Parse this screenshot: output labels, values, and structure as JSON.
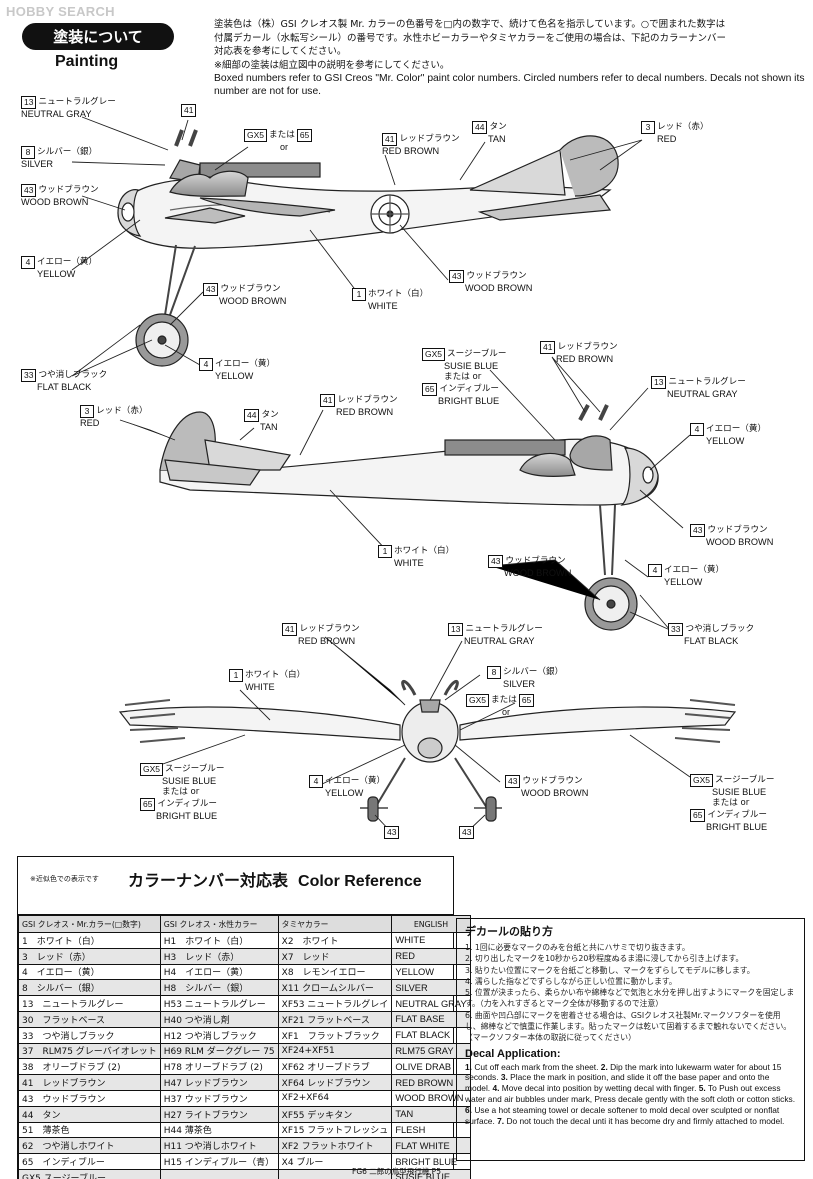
{
  "header": {
    "logo": "HOBBY SEARCH",
    "section_jp": "塗装について",
    "section_en": "Painting",
    "intro_jp": [
      "塗装色は（株）GSI クレオス製 Mr. カラーの色番号を□内の数字で、続けて色名を指示しています。○で囲まれた数字は",
      "付属デカール（水転写シール）の番号です。水性ホビーカラーやタミヤカラーをご使用の場合は、下記のカラーナンバー",
      "対応表を参考にしてください。",
      "※細部の塗装は組立図中の説明を参考にしてください。"
    ],
    "intro_en": "Boxed numbers refer to GSI Creos \"Mr. Color\" paint color numbers. Circled numbers refer to decal numbers. Decals not shown its number are not for use."
  },
  "callouts": [
    {
      "num": "13",
      "jp": "ニュートラルグレー",
      "en": "NEUTRAL GRAY"
    },
    {
      "num": "41"
    },
    {
      "num": "8",
      "jp": "シルバー（銀）",
      "en": "SILVER"
    },
    {
      "num": "GX5",
      "mid": "または",
      "num2": "65",
      "or": "or"
    },
    {
      "num": "41",
      "jp": "レッドブラウン",
      "en": "RED BROWN"
    },
    {
      "num": "44",
      "jp": "タン",
      "en": "TAN"
    },
    {
      "num": "3",
      "jp": "レッド（赤）",
      "en": "RED"
    },
    {
      "num": "43",
      "jp": "ウッドブラウン",
      "en": "WOOD BROWN"
    },
    {
      "num": "4",
      "jp": "イエロー（黄）",
      "en": "YELLOW"
    },
    {
      "num": "43",
      "jp": "ウッドブラウン",
      "en": "WOOD BROWN"
    },
    {
      "num": "1",
      "jp": "ホワイト（白）",
      "en": "WHITE"
    },
    {
      "num": "43",
      "jp": "ウッドブラウン",
      "en": "WOOD BROWN"
    },
    {
      "num": "33",
      "jp": "つや消しブラック",
      "en": "FLAT BLACK"
    },
    {
      "num": "4",
      "jp": "イエロー（黄）",
      "en": "YELLOW"
    },
    {
      "num": "GX5",
      "jp": "スージーブルー",
      "en": "SUSIE BLUE",
      "or": "または or",
      "num2": "65",
      "jp2": "インディブルー",
      "en2": "BRIGHT BLUE"
    },
    {
      "num": "41",
      "jp": "レッドブラウン",
      "en": "RED BROWN"
    },
    {
      "num": "13",
      "jp": "ニュートラルグレー",
      "en": "NEUTRAL GRAY"
    },
    {
      "num": "3",
      "jp": "レッド（赤）",
      "en": "RED"
    },
    {
      "num": "44",
      "jp": "タン",
      "en": "TAN"
    },
    {
      "num": "41",
      "jp": "レッドブラウン",
      "en": "RED BROWN"
    },
    {
      "num": "4",
      "jp": "イエロー（黄）",
      "en": "YELLOW"
    },
    {
      "num": "43",
      "jp": "ウッドブラウン",
      "en": "WOOD BROWN"
    },
    {
      "num": "1",
      "jp": "ホワイト（白）",
      "en": "WHITE"
    },
    {
      "num": "43",
      "jp": "ウッドブラウン",
      "en": "WOOD BROWN"
    },
    {
      "num": "4",
      "jp": "イエロー（黄）",
      "en": "YELLOW"
    },
    {
      "num": "33",
      "jp": "つや消しブラック",
      "en": "FLAT BLACK"
    },
    {
      "num": "41",
      "jp": "レッドブラウン",
      "en": "RED BROWN"
    },
    {
      "num": "13",
      "jp": "ニュートラルグレー",
      "en": "NEUTRAL GRAY"
    },
    {
      "num": "1",
      "jp": "ホワイト（白）",
      "en": "WHITE"
    },
    {
      "num": "8",
      "jp": "シルバー（銀）",
      "en": "SILVER"
    },
    {
      "num": "GX5",
      "mid": "または",
      "num2": "65",
      "or": "or"
    },
    {
      "num": "GX5",
      "jp": "スージーブルー",
      "en": "SUSIE BLUE",
      "or": "または or",
      "num2": "65",
      "jp2": "インディブルー",
      "en2": "BRIGHT BLUE"
    },
    {
      "num": "4",
      "jp": "イエロー（黄）",
      "en": "YELLOW"
    },
    {
      "num": "43",
      "jp": "ウッドブラウン",
      "en": "WOOD BROWN"
    },
    {
      "num": "GX5",
      "jp": "スージーブルー",
      "en": "SUSIE BLUE",
      "or": "または or",
      "num2": "65",
      "jp2": "インディブルー",
      "en2": "BRIGHT BLUE"
    },
    {
      "num": "43"
    },
    {
      "num": "43"
    }
  ],
  "color_table": {
    "note": "※近似色での表示です",
    "title_jp": "カラーナンバー対応表",
    "title_en": "Color Reference",
    "headers": [
      "GSI クレオス・Mr.カラー(□数字)",
      "GSI クレオス・水性カラー",
      "タミヤカラー",
      "ENGLISH"
    ],
    "rows": [
      [
        "1　ホワイト（白）",
        "H1　ホワイト（白）",
        "X2　ホワイト",
        "WHITE"
      ],
      [
        "3　レッド（赤）",
        "H3　レッド（赤）",
        "X7　レッド",
        "RED"
      ],
      [
        "4　イエロー（黄）",
        "H4　イエロー（黄）",
        "X8　レモンイエロー",
        "YELLOW"
      ],
      [
        "8　シルバー（銀）",
        "H8　シルバー（銀）",
        "X11 クロームシルバー",
        "SILVER"
      ],
      [
        "13　ニュートラルグレー",
        "H53 ニュートラルグレー",
        "XF53 ニュートラルグレイ",
        "NEUTRAL GRAY"
      ],
      [
        "30　フラットベース",
        "H40 つや消し剤",
        "XF21 フラットベース",
        "FLAT BASE"
      ],
      [
        "33　つや消しブラック",
        "H12 つや消しブラック",
        "XF1　フラットブラック",
        "FLAT BLACK"
      ],
      [
        "37　RLM75 グレーバイオレット",
        "H69 RLM ダークグレー 75",
        "XF24+XF51",
        "RLM75 GRAY"
      ],
      [
        "38　オリーブドラブ (2)",
        "H78 オリーブドラブ (2)",
        "XF62 オリーブドラブ",
        "OLIVE DRAB"
      ],
      [
        "41　レッドブラウン",
        "H47 レッドブラウン",
        "XF64 レッドブラウン",
        "RED BROWN"
      ],
      [
        "43　ウッドブラウン",
        "H37 ウッドブラウン",
        "XF2+XF64",
        "WOOD BROWN"
      ],
      [
        "44　タン",
        "H27 ライトブラウン",
        "XF55 デッキタン",
        "TAN"
      ],
      [
        "51　薄茶色",
        "H44 薄茶色",
        "XF15 フラットフレッシュ",
        "FLESH"
      ],
      [
        "62　つや消しホワイト",
        "H11 つや消しホワイト",
        "XF2 フラットホワイト",
        "FLAT WHITE"
      ],
      [
        "65　インディブルー",
        "H15 インディブルー（青）",
        "X4 ブルー",
        "BRIGHT BLUE"
      ],
      [
        "GX5 スージーブルー",
        "",
        "",
        "SUSIE BLUE"
      ]
    ]
  },
  "decal": {
    "title_jp": "デカールの貼り方",
    "steps_jp": [
      "1. 1回に必要なマークのみを台紙と共にハサミで切り抜きます。",
      "2. 切り出したマークを10秒から20秒程度ぬるま湯に浸してから引き上げます。",
      "3. 貼りたい位置にマークを台紙ごと移動し、マークをずらしてモデルに移します。",
      "4. 濡らした指などでずらしながら正しい位置に動かします。",
      "5. 位置が決まったら、柔らかい布や綿棒などで気泡と水分を押し出すようにマークを固定します。（力を入れすぎるとマーク全体が移動するので注意）",
      "6. 曲面や凹凸部にマークを密着させる場合は、GSIクレオス社製Mr.マークソフターを使用し、綿棒などで慎重に作業します。貼ったマークは乾いて固着するまで触れないでください。（マークソフター本体の取説に従ってください）"
    ],
    "title_en": "Decal Application:",
    "steps_en": [
      {
        "n": "1.",
        "t": " Cut off each mark from the sheet. "
      },
      {
        "n": "2.",
        "t": " Dip the mark into lukewarm water for about 15 seconds. "
      },
      {
        "n": "3.",
        "t": " Place the mark in position, and slide it off the base paper and onto the model. "
      },
      {
        "n": "4.",
        "t": " Move decal into position by wetting decal with finger. "
      },
      {
        "n": "5.",
        "t": " To Push out excess water and air bubbles under mark, Press decale gently with the soft cloth or cotton sticks. "
      },
      {
        "n": "6.",
        "t": " Use a hot steaming towel or decale softener to mold decal over sculpted or nonflat surface. "
      },
      {
        "n": "7.",
        "t": " Do not touch the decal  unti it has become dry and firmly attached to model."
      }
    ]
  },
  "footer": "FG6 二郎の鳥型飛行機 P5"
}
